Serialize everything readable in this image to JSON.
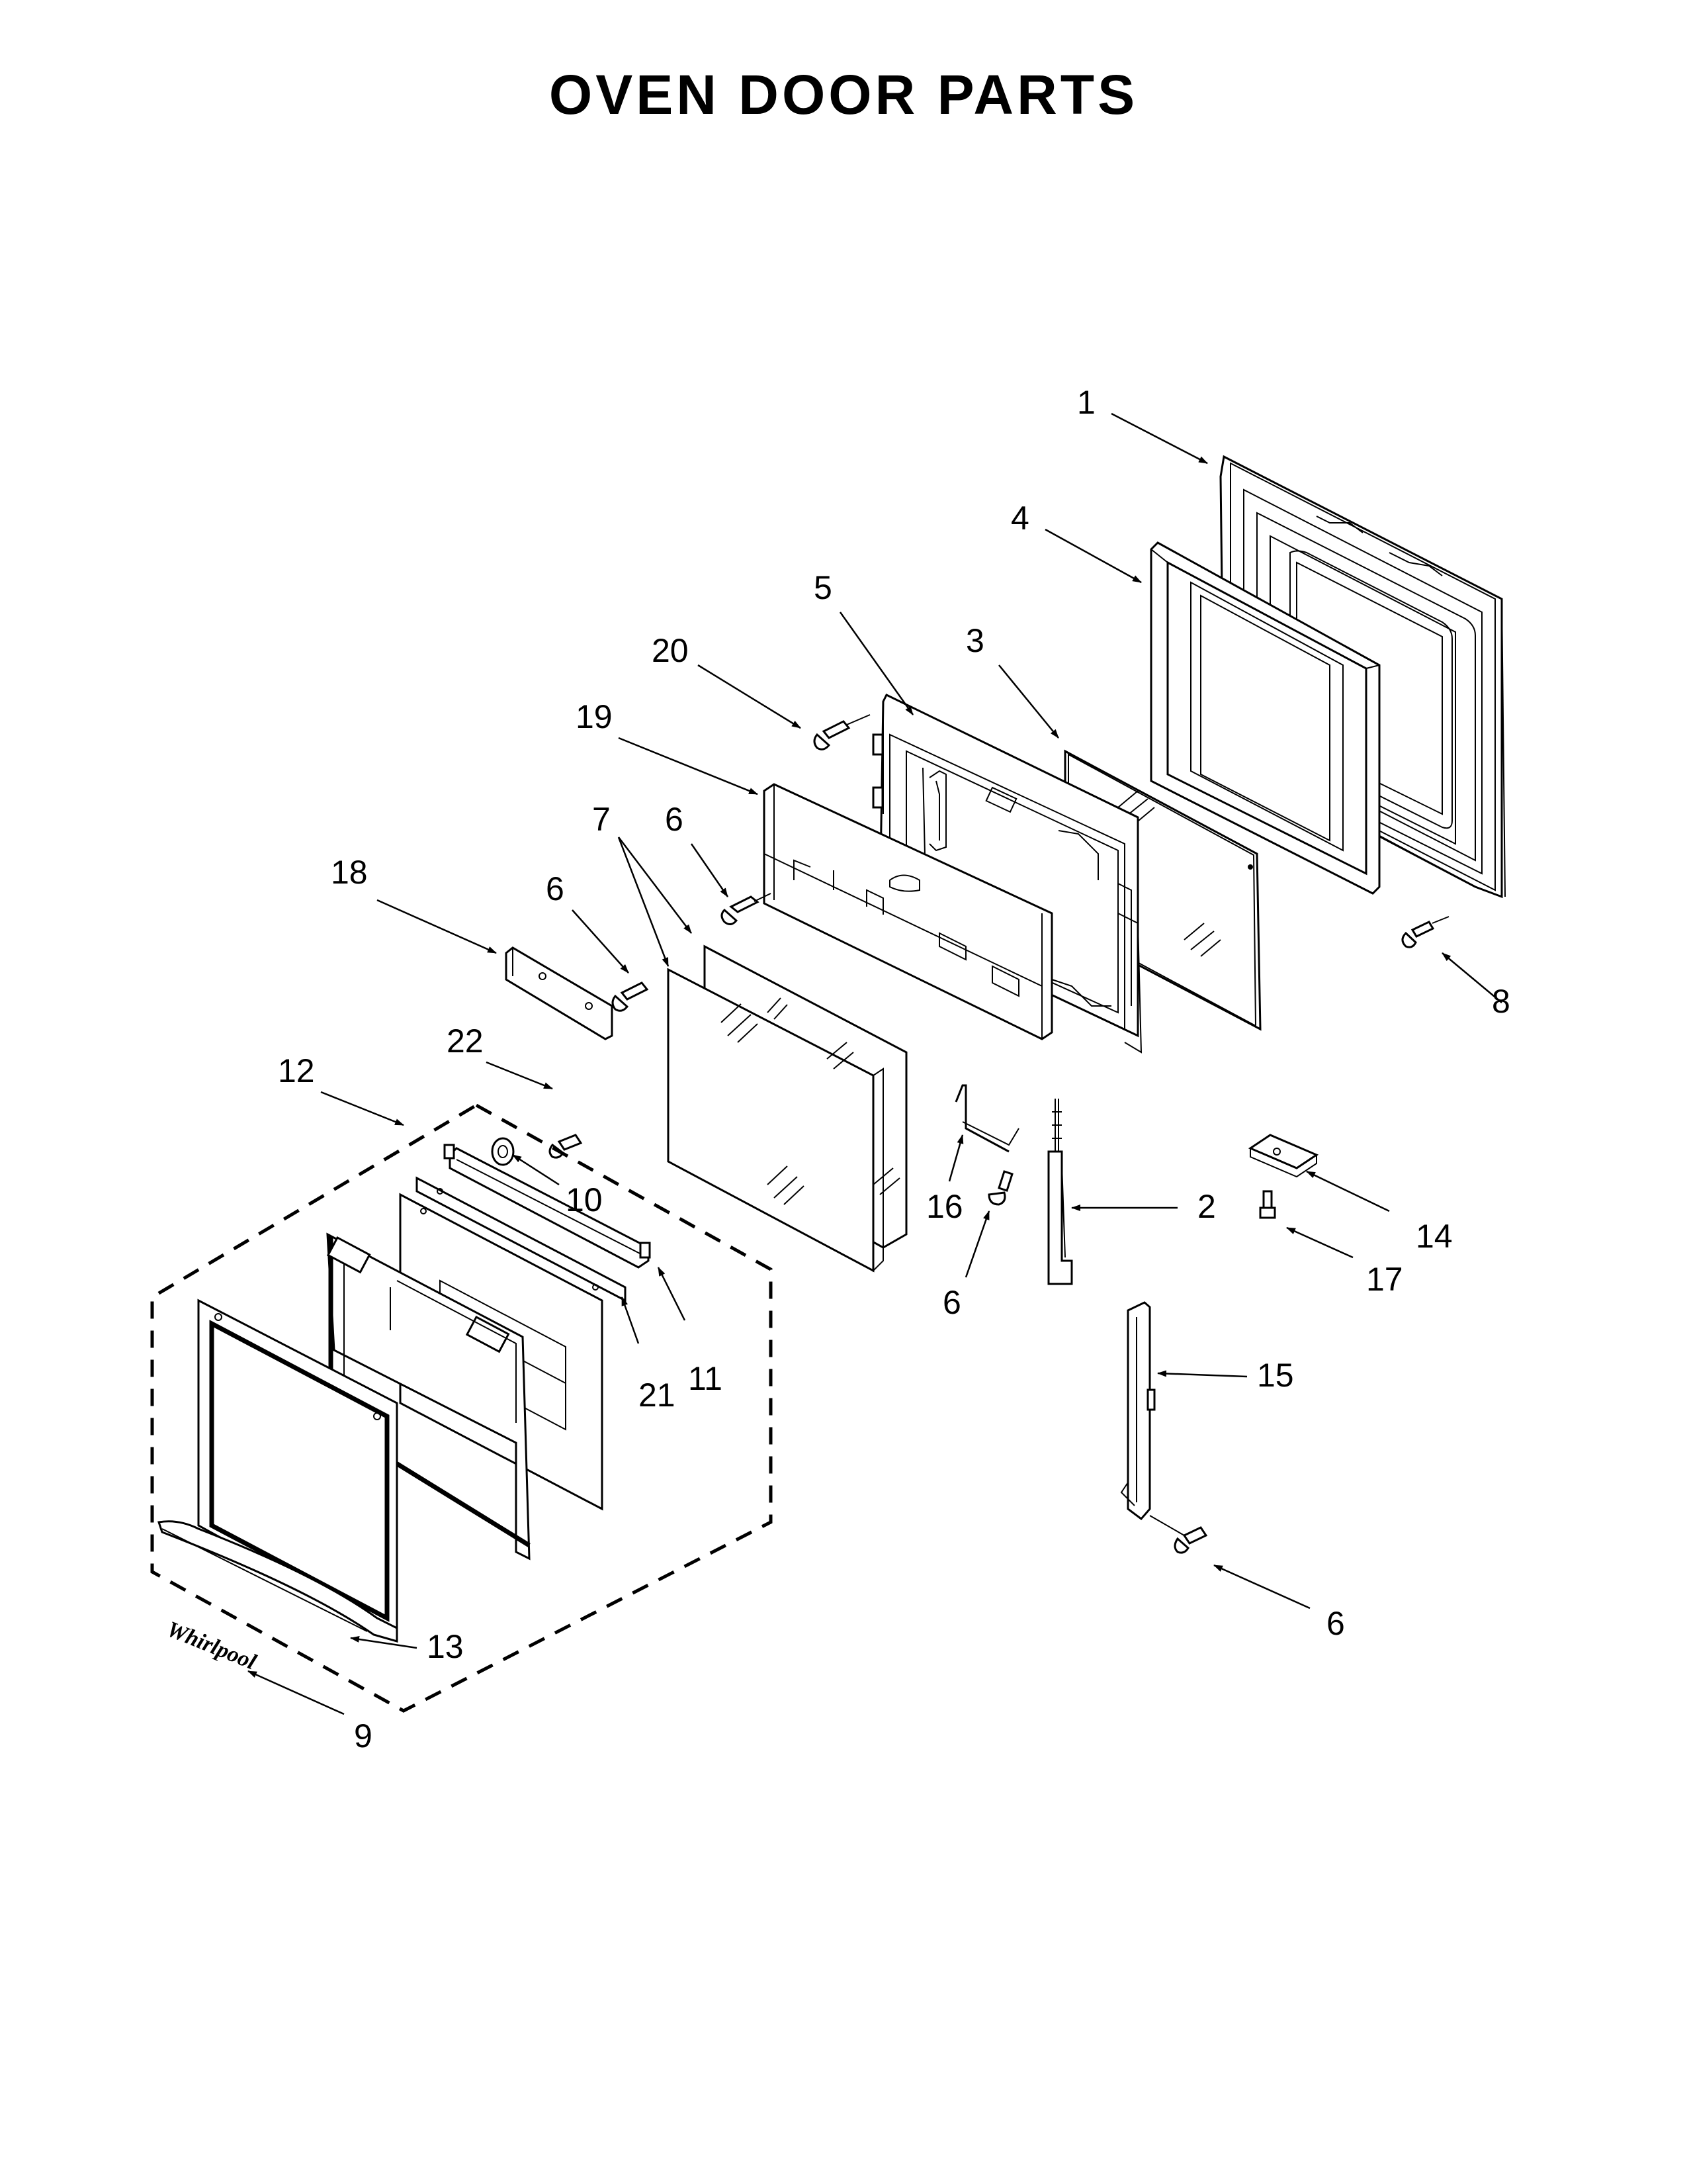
{
  "title": "OVEN DOOR PARTS",
  "colors": {
    "ink": "#000000",
    "paper": "#ffffff"
  },
  "callouts": {
    "c1": "1",
    "c2": "2",
    "c3": "3",
    "c4": "4",
    "c5": "5",
    "c6a": "6",
    "c6b": "6",
    "c6c": "6",
    "c6d": "6",
    "c7": "7",
    "c8": "8",
    "c9": "9",
    "c10": "10",
    "c11": "11",
    "c12": "12",
    "c13": "13",
    "c14": "14",
    "c15": "15",
    "c16": "16",
    "c17": "17",
    "c18": "18",
    "c19": "19",
    "c20": "20",
    "c21": "21",
    "c22": "22"
  },
  "logo_text": "Whirlpool"
}
